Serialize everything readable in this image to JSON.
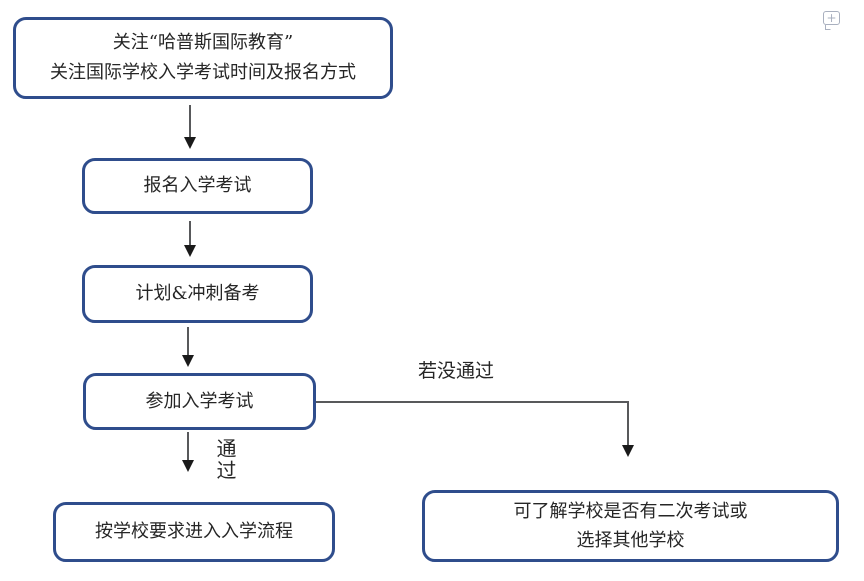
{
  "colors": {
    "box_border": "#2f4d8c",
    "connector_line": "#58595b",
    "arrowhead": "#1a1a1a",
    "node_text": "#262626",
    "comment_icon": "#a9b0bf"
  },
  "flowchart": {
    "nodes": {
      "follow": {
        "line1": "关注“哈普斯国际教育”",
        "line2": "关注国际学校入学考试时间及报名方式"
      },
      "register": {
        "label": "报名入学考试"
      },
      "plan": {
        "label": "计划&冲刺备考"
      },
      "exam": {
        "label": "参加入学考试"
      },
      "admission": {
        "label": "按学校要求进入入学流程"
      },
      "retry": {
        "line1": "可了解学校是否有二次考试或",
        "line2": "选择其他学校"
      }
    },
    "edge_labels": {
      "pass": "通过",
      "fail": "若没通过"
    }
  },
  "icons": {
    "comment_add": {
      "name": "comment-add-icon",
      "glyph": "+"
    }
  }
}
